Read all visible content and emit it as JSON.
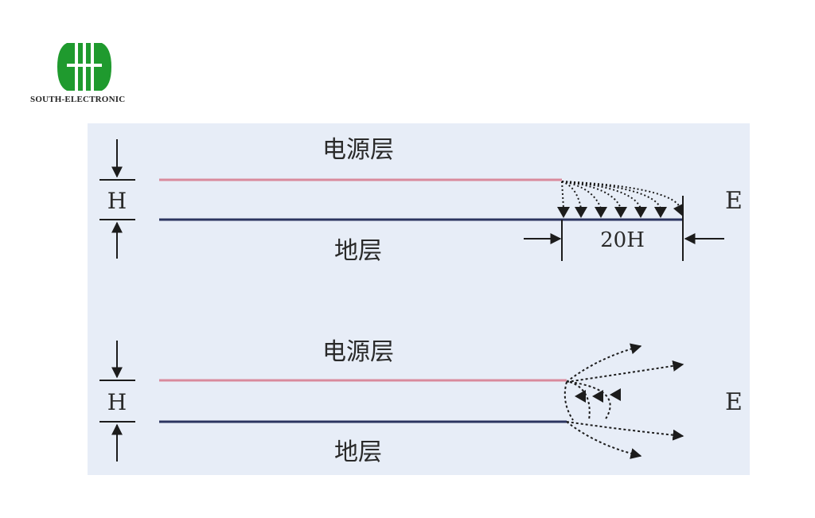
{
  "logo": {
    "text": "SOUTH-ELECTRONIC",
    "color": "#1f9a2e"
  },
  "diagram": {
    "top": {
      "power_label": "电源层",
      "ground_label": "地层",
      "height_label": "H",
      "distance_label": "20H",
      "field_label": "E"
    },
    "bottom": {
      "power_label": "电源层",
      "ground_label": "地层",
      "height_label": "H",
      "field_label": "E"
    },
    "colors": {
      "background": "#e7edf7",
      "power_line": "#d98a9c",
      "ground_line": "#2c3560",
      "ink": "#1c1c1c"
    }
  }
}
